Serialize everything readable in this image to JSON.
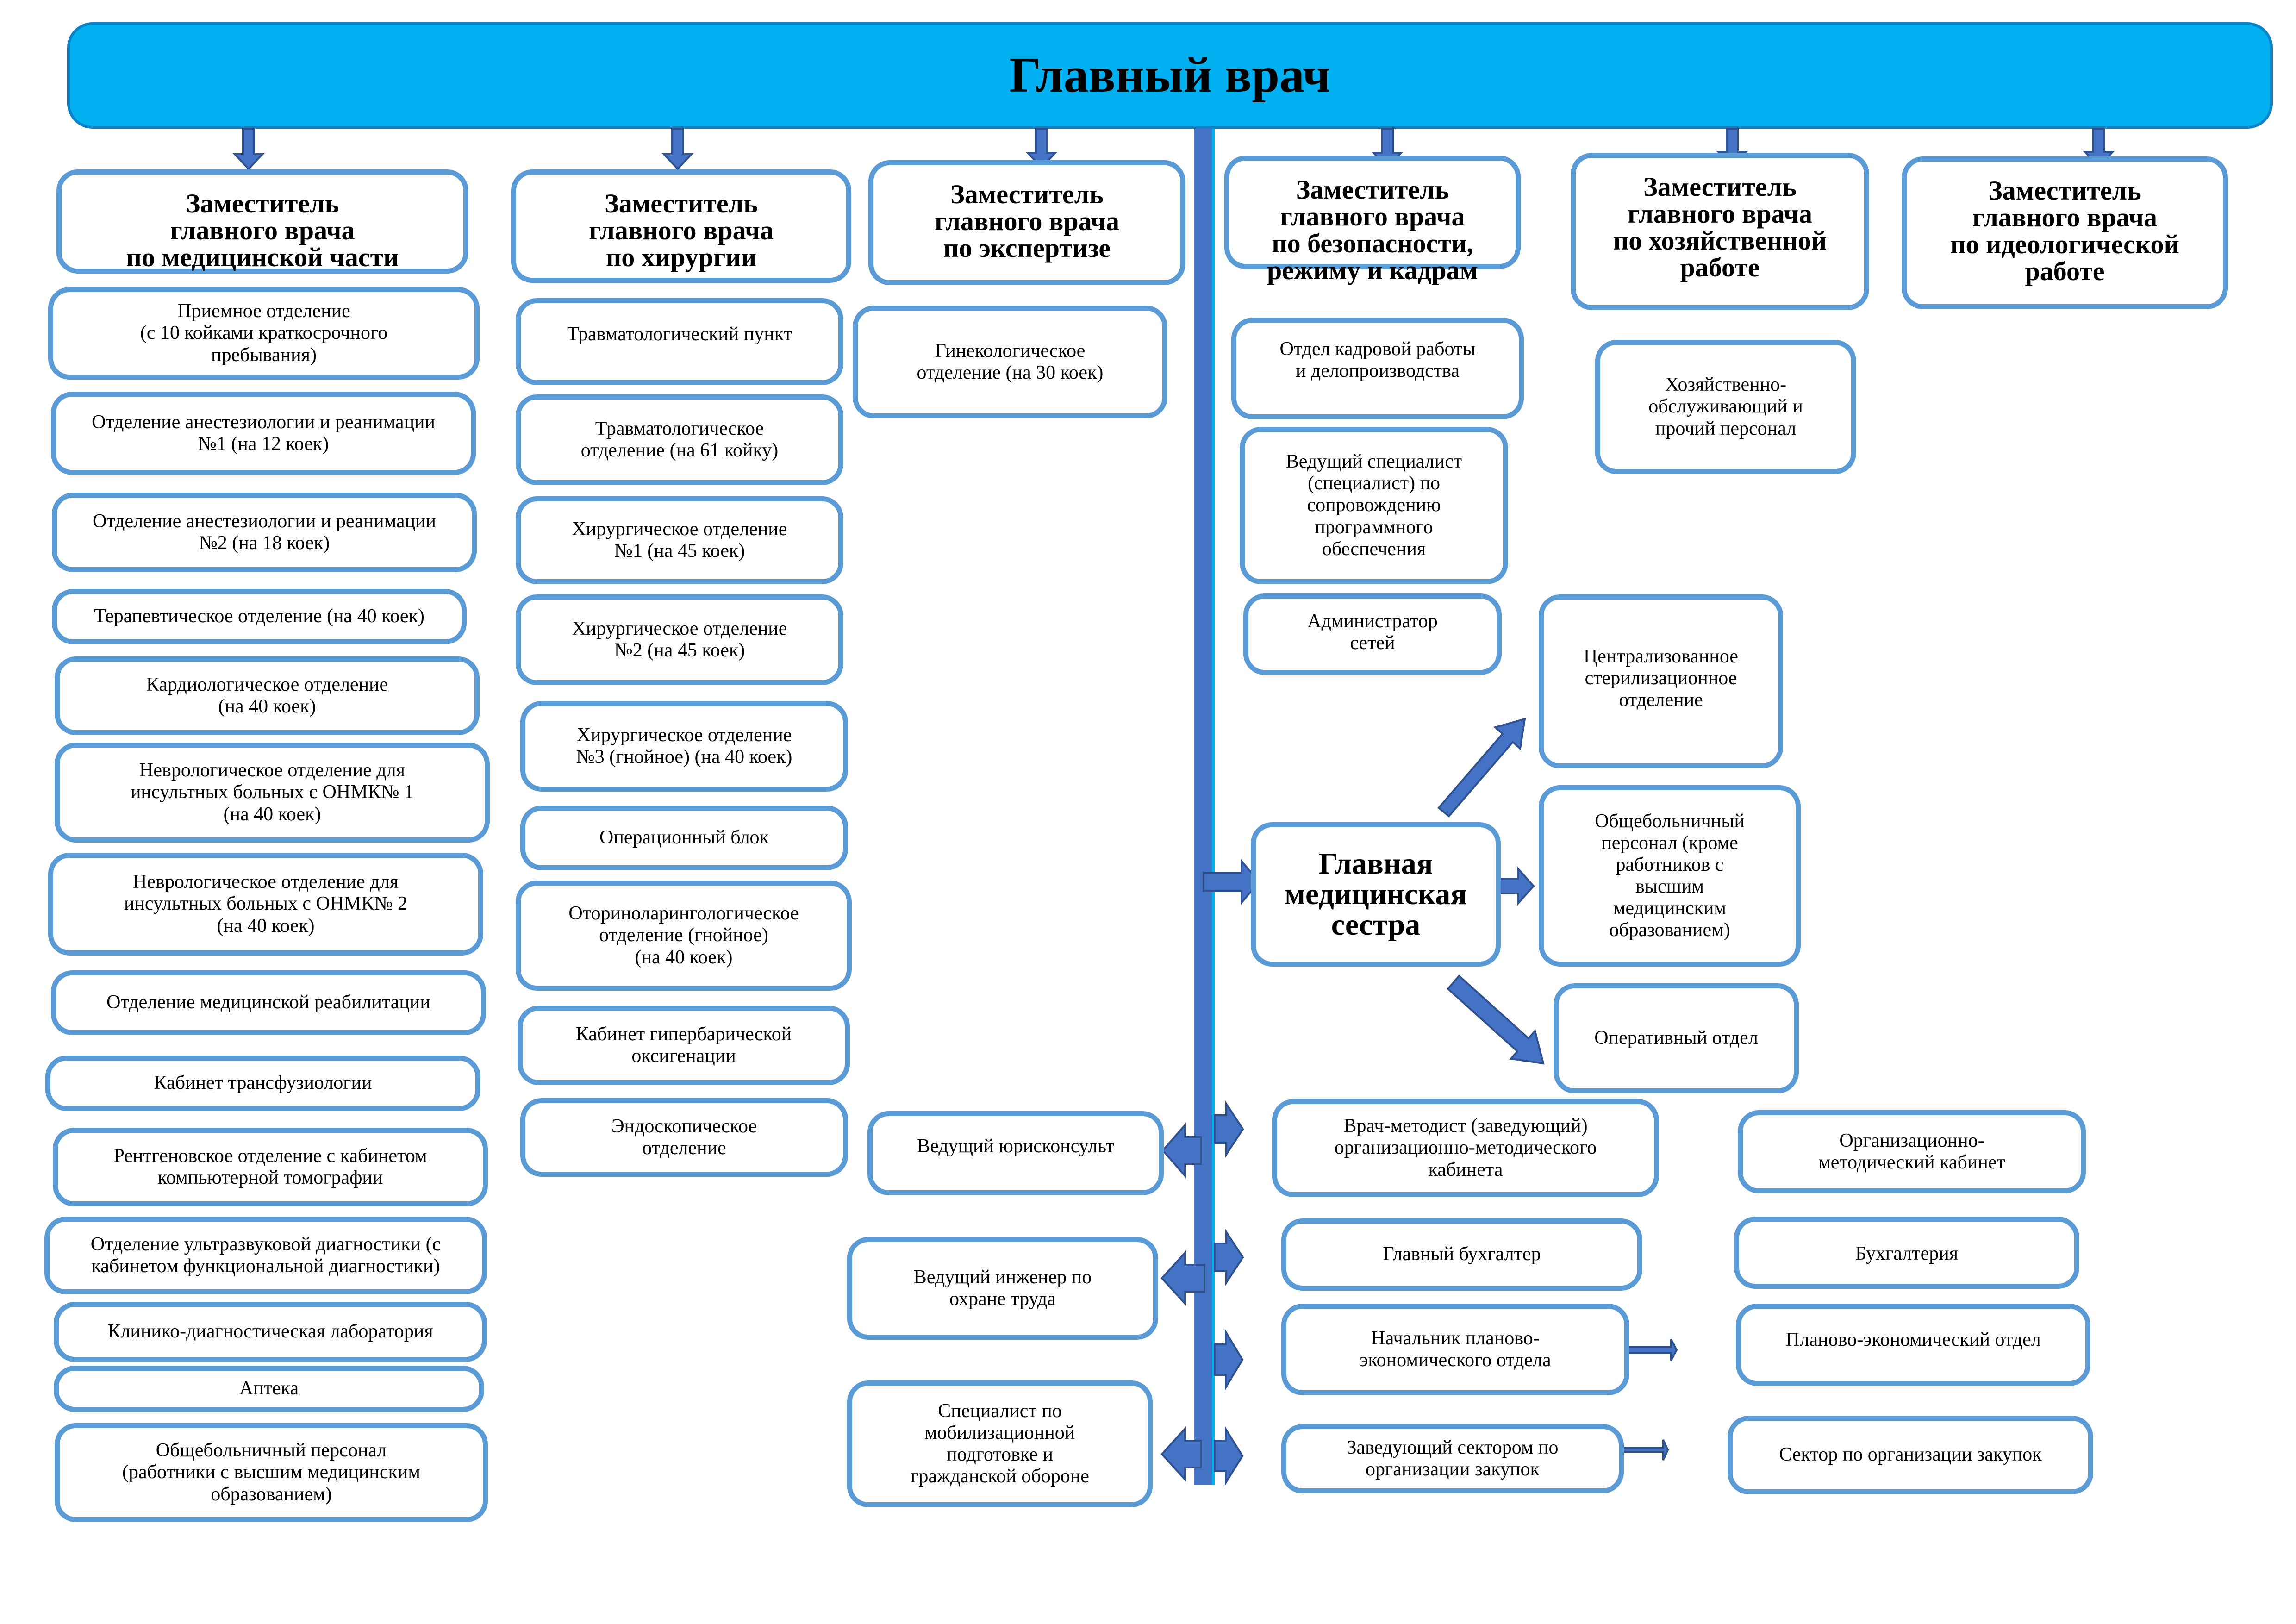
{
  "chief": {
    "title": "Главный врач"
  },
  "deputies": [
    {
      "id": "medical",
      "title": "Заместитель\nглавного врача\nпо медицинской части"
    },
    {
      "id": "surgery",
      "title": "Заместитель\nглавного врача\nпо хирургии"
    },
    {
      "id": "expertise",
      "title": "Заместитель\nглавного врача\nпо экспертизе"
    },
    {
      "id": "security",
      "title": "Заместитель\nглавного врача\nпо безопасности,\nрежиму и кадрам"
    },
    {
      "id": "economic",
      "title": "Заместитель\nглавного врача\nпо хозяйственной\nработе"
    },
    {
      "id": "ideology",
      "title": "Заместитель\nглавного врача\nпо идеологической\nработе"
    }
  ],
  "medical_units": [
    "Приемное отделение\n(с 10 койками краткосрочного\nпребывания)",
    "Отделение анестезиологии и реанимации\n№1 (на 12 коек)",
    "Отделение анестезиологии и реанимации\n№2 (на 18 коек)",
    "Терапевтическое отделение (на 40 коек)",
    "Кардиологическое отделение\n(на 40 коек)",
    "Неврологическое отделение для\nинсультных больных с ОНМК№ 1\n(на 40 коек)",
    "Неврологическое отделение для\nинсультных больных с ОНМК№ 2\n(на 40 коек)",
    "Отделение медицинской реабилитации",
    "Кабинет трансфузиологии",
    "Рентгеновское отделение с кабинетом\nкомпьютерной томографии",
    "Отделение ультразвуковой диагностики (с\nкабинетом функциональной диагностики)",
    "Клинико-диагностическая лаборатория",
    "Аптека",
    "Общебольничный персонал\n(работники с высшим медицинским\nобразованием)"
  ],
  "surgery_units": [
    "Травматологический пункт",
    "Травматологическое\nотделение (на 61 койку)",
    "Хирургическое отделение\n№1 (на 45 коек)",
    "Хирургическое отделение\n№2 (на 45 коек)",
    "Хирургическое отделение\n№3 (гнойное) (на 40 коек)",
    "Операционный блок",
    "Оториноларингологическое\nотделение (гнойное)\n(на 40 коек)",
    "Кабинет гипербарической\nоксигенации",
    "Эндоскопическое\nотделение"
  ],
  "expertise_units": [
    "Гинекологическое\nотделение (на 30 коек)"
  ],
  "security_units": [
    "Отдел кадровой работы\nи делопроизводства",
    "Ведущий специалист\n(специалист)  по\nсопровождению\nпрограммного\nобеспечения",
    "Администратор\nсетей"
  ],
  "economic_units": [
    "Хозяйственно-\nобслуживающий и\nпрочий персонал"
  ],
  "head_nurse": {
    "title": "Главная\nмедицинская\nсестра",
    "units": [
      "Централизованное\nстерилизационное\nотделение",
      "Общебольничный\nперсонал (кроме\nработников с\nвысшим\nмедицинским\nобразованием)",
      "Оперативный отдел"
    ]
  },
  "left_staff": [
    "Ведущий юрисконсульт",
    "Ведущий инженер по\nохране труда",
    "Специалист по\nмобилизационной\nподготовке и\nгражданской обороне"
  ],
  "right_chains": [
    {
      "head": "Врач-методист (заведующий)\nорганизационно-методического\nкабинета",
      "unit": "Организационно-\nметодический кабинет"
    },
    {
      "head": "Главный бухгалтер",
      "unit": "Бухгалтерия"
    },
    {
      "head": "Начальник планово-\nэкономического отдела",
      "unit": "Планово-экономический отдел"
    },
    {
      "head": "Заведующий сектором по\nорганизации закупок",
      "unit": "Сектор по организации закупок"
    }
  ],
  "colors": {
    "chief_fill": "#00b0f0",
    "box_border": "#5b9bd5",
    "arrow_fill": "#4472c4"
  }
}
